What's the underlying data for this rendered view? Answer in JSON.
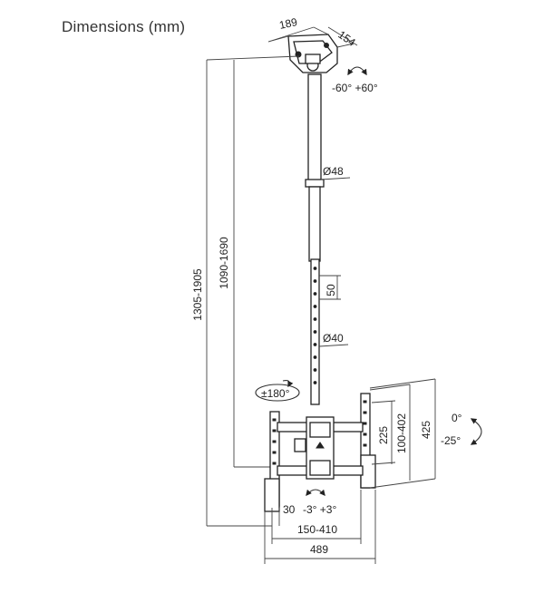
{
  "title": "Dimensions (mm)",
  "dimensions": {
    "plate_width": "189",
    "plate_depth": "154",
    "swivel_top": "-60° +60°",
    "tube_upper_diameter": "Ø48",
    "hole_spacing": "50",
    "tube_lower_diameter": "Ø40",
    "rotation": "±180°",
    "overall_height": "1305-1905",
    "tube_height": "1090-1690",
    "bracket_225": "225",
    "bracket_100_402": "100-402",
    "bracket_425": "425",
    "tilt_top": "0°",
    "tilt_bottom": "-25°",
    "depth_30": "30",
    "level_adjust": "-3° +3°",
    "vesa_width": "150-410",
    "bracket_width": "489"
  }
}
